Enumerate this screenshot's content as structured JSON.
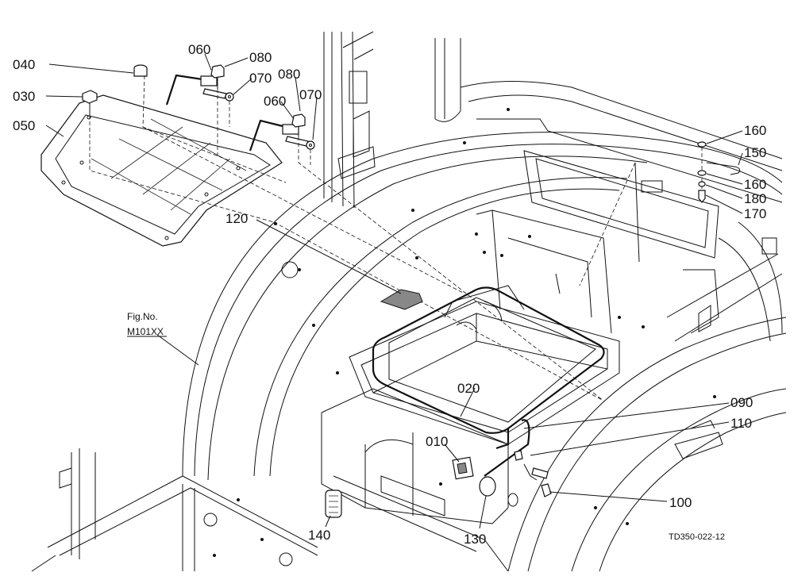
{
  "callouts": {
    "c010": "010",
    "c020": "020",
    "c030": "030",
    "c040": "040",
    "c050": "050",
    "c060a": "060",
    "c060b": "060",
    "c070a": "070",
    "c070b": "070",
    "c080a": "080",
    "c080b": "080",
    "c090": "090",
    "c100": "100",
    "c110": "110",
    "c120": "120",
    "c130": "130",
    "c140": "140",
    "c150": "150",
    "c160a": "160",
    "c160b": "160",
    "c170": "170",
    "c180": "180"
  },
  "figure_ref": {
    "line1": "Fig.No.",
    "line2": "M101XX"
  },
  "drawing_code": "TD350-022-12"
}
